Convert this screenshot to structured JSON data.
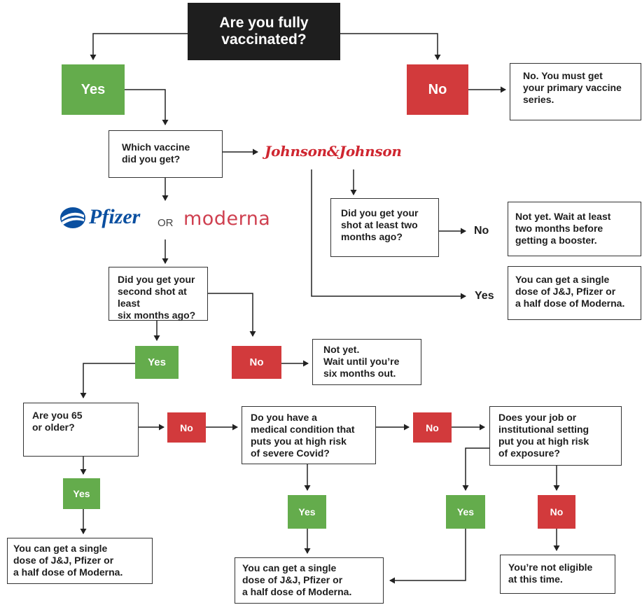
{
  "start": {
    "question": "Are you fully\nvaccinated?"
  },
  "top_branch": {
    "yes_label": "Yes",
    "no_label": "No",
    "no_outcome": "No. You must get\nyour primary vaccine\nseries."
  },
  "which_vaccine": {
    "question": "Which vaccine\ndid you get?"
  },
  "logos": {
    "jnj": "Johnson&Johnson",
    "pfizer": "Pfizer",
    "or": "OR",
    "moderna": "moderna"
  },
  "jnj_branch": {
    "question": "Did you get your\nshot at least two\nmonths ago?",
    "no_label": "No",
    "no_outcome": "Not yet. Wait at least\ntwo months before\ngetting a booster.",
    "yes_label": "Yes",
    "yes_outcome": "You can get a single\ndose of J&J, Pfizer or\na half dose of Moderna."
  },
  "mrna_branch": {
    "question": "Did you get your\nsecond shot at least\nsix months ago?",
    "yes_label": "Yes",
    "no_label": "No",
    "no_outcome": "Not yet.\nWait until you’re\nsix months out."
  },
  "age": {
    "question": "Are you 65\nor older?",
    "no_label": "No",
    "yes_label": "Yes",
    "yes_outcome": "You can get a single\ndose of J&J, Pfizer or\na half dose of Moderna."
  },
  "medical": {
    "question": "Do you have a\nmedical condition that\nputs you at high risk\nof severe Covid?",
    "no_label": "No",
    "yes_label": "Yes"
  },
  "job": {
    "question": "Does your job or\ninstitutional setting\nput you at high risk\nof exposure?",
    "yes_label": "Yes",
    "no_label": "No",
    "no_outcome": "You’re not eligible\nat this time."
  },
  "shared_outcome": "You can get a single\ndose of J&J, Pfizer or\na half dose of Moderna.",
  "colors": {
    "yes_green": "#64ac4c",
    "no_red": "#d23a3c",
    "title_black": "#1e1e1e",
    "jnj_red": "#cf2630",
    "pfizer_blue": "#0a4fa0",
    "moderna_red": "#cf4050"
  }
}
